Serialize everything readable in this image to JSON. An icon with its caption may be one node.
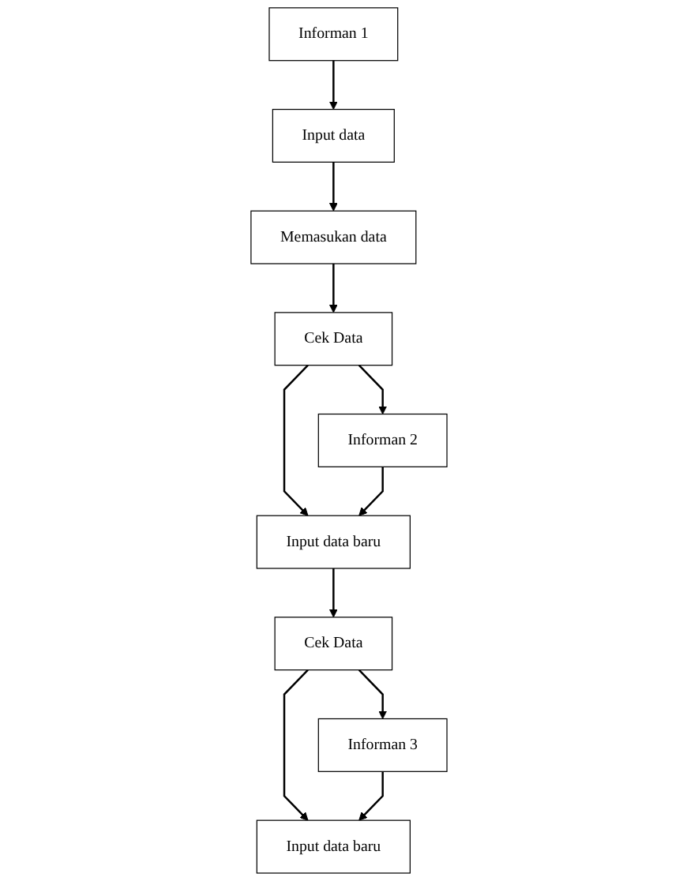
{
  "diagram": {
    "nodes": [
      {
        "text": [
          "Input data"
        ]
      },
      {
        "text": [
          "Informan 1"
        ]
      },
      {
        "text": [
          "Memasukan data"
        ]
      },
      {
        "text": [
          "Cek Data"
        ]
      },
      {
        "text": [
          "Informan 2"
        ]
      },
      {
        "text": [
          "Input data baru"
        ]
      },
      {
        "text": [
          "Cek Data"
        ]
      },
      {
        "text": [
          "Informan 3"
        ]
      },
      {
        "text": [
          "Input data baru"
        ]
      }
    ],
    "edges": [
      {
        "from": 1,
        "to": 0,
        "arrow": "to"
      },
      {
        "from": 0,
        "to": 2,
        "arrow": "to"
      },
      {
        "from": 2,
        "to": 3,
        "arrow": "to"
      },
      {
        "from": 3,
        "to": 4,
        "arrow": "to"
      },
      {
        "from": 3,
        "to": 5,
        "arrow": "to"
      },
      {
        "from": 4,
        "to": 5,
        "arrow": "to"
      },
      {
        "from": 5,
        "to": 6,
        "arrow": "to"
      },
      {
        "from": 6,
        "to": 7,
        "arrow": "to"
      },
      {
        "from": 6,
        "to": 8,
        "arrow": "to"
      },
      {
        "from": 7,
        "to": 8,
        "arrow": "to"
      }
    ]
  }
}
